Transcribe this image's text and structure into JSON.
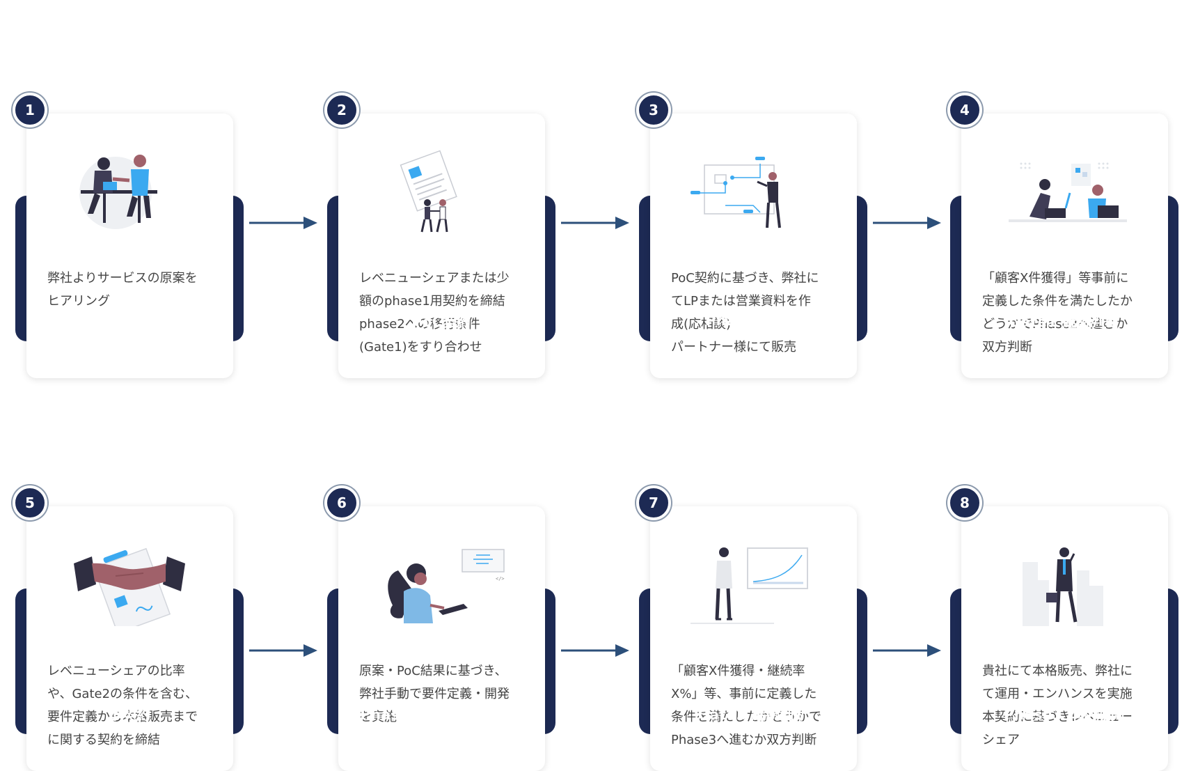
{
  "steps": [
    {
      "num": "1",
      "title": "原案ヒアリング",
      "desc": "弊社よりサービスの原案を\nヒアリング",
      "icon": "handshake-meeting-illustration"
    },
    {
      "num": "2",
      "title": "PoC契約",
      "desc": "レベニューシェアまたは少\n額のphase1用契約を締結\nphase2への移行条件\n(Gate1)をすり合わせ",
      "icon": "contract-document-illustration"
    },
    {
      "num": "3",
      "title": "Phase1 PoC",
      "desc": "PoC契約に基づき、弊社に\nてLPまたは営業資料を作\n成(応相談)\nパートナー様にて販売",
      "icon": "workflow-presenter-illustration"
    },
    {
      "num": "4",
      "title": "Gate1 継続判断",
      "desc": "「顧客X件獲得」等事前に\n定義した条件を満たしたか\nどうかでPhase2へ進むか\n双方判断",
      "icon": "two-people-laptops-illustration"
    },
    {
      "num": "5",
      "title": "本契約",
      "desc": "レベニューシェアの比率\nや、Gate2の条件を含む、\n要件定義から本格販売まで\nに関する契約を締結",
      "icon": "handshake-contract-illustration"
    },
    {
      "num": "6",
      "title": "Phase2 要件定義&開発",
      "desc": "原案・PoC結果に基づき、\n弊社手動で要件定義・開発\nを実施",
      "icon": "developer-coding-illustration"
    },
    {
      "num": "7",
      "title": "Gate2 継続判断",
      "desc": "「顧客X件獲得・継続率\nX%」等、事前に定義した\n条件を満たしたかどうかで\nPhase3へ進むか双方判断",
      "icon": "growth-chart-illustration"
    },
    {
      "num": "8",
      "title": "Phase3 本格販売",
      "desc": "貴社にて本格販売、弊社に\nて運用・エンハンスを実施\n本契約に基づきレベニュー\nシェア",
      "icon": "businessman-city-illustration"
    }
  ],
  "colors": {
    "navy": "#1d2a54",
    "arrow": "#2c4f7a",
    "accent": "#3ba9f0"
  }
}
